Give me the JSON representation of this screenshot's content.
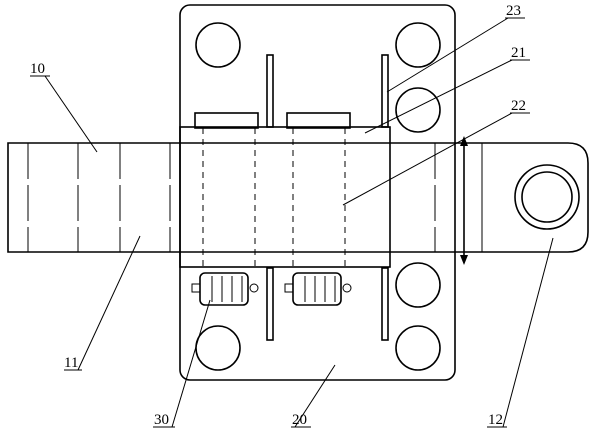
{
  "labels": {
    "l10": "10",
    "l11": "11",
    "l12": "12",
    "l20": "20",
    "l21": "21",
    "l22": "22",
    "l23": "23",
    "l30": "30"
  }
}
